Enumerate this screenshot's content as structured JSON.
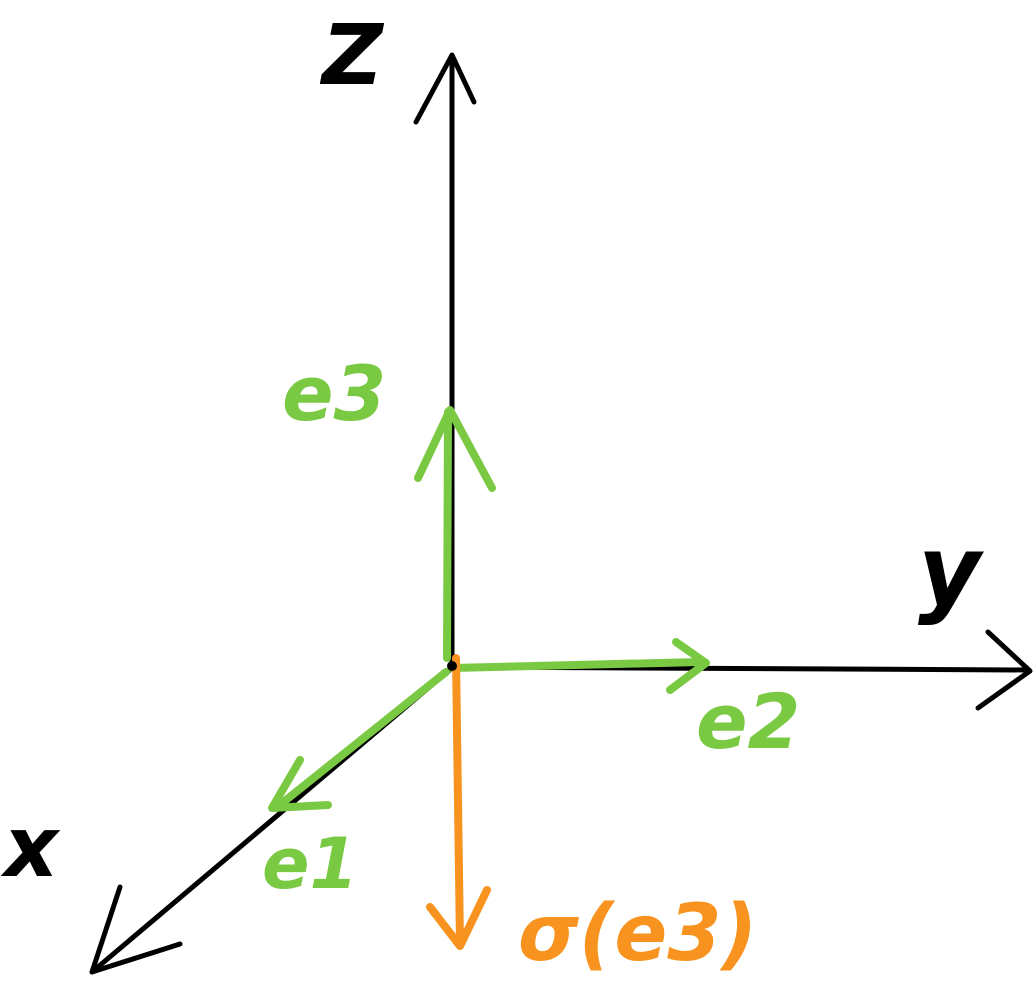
{
  "diagram": {
    "axes": {
      "z_label": "Z",
      "y_label": "y",
      "x_label": "x"
    },
    "vectors": {
      "e3_label": "e3",
      "e2_label": "e2",
      "e1_label": "e1",
      "sigma_label": "σ(e3)"
    },
    "colors": {
      "axis": "#000000",
      "basis": "#7ac943",
      "image": "#f7931e"
    }
  }
}
